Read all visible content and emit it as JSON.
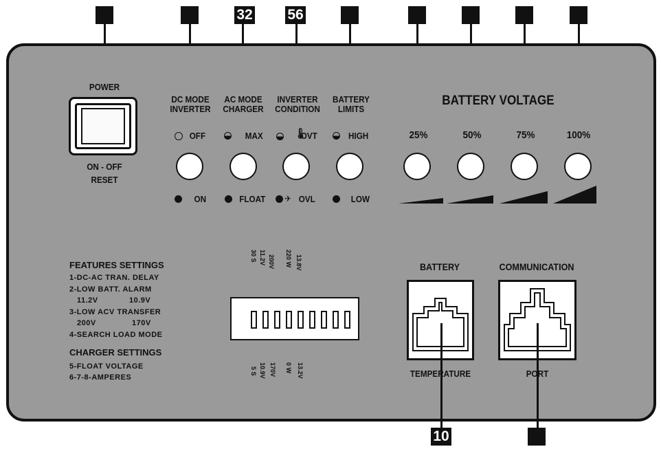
{
  "callouts": {
    "c3": "32",
    "c4": "56",
    "c10": "10"
  },
  "power": {
    "title": "POWER",
    "caption_line1": "ON - OFF",
    "caption_line2": "RESET"
  },
  "indicators": [
    {
      "title_line1": "DC MODE",
      "title_line2": "INVERTER",
      "top": "OFF",
      "bottom": "ON"
    },
    {
      "title_line1": "AC MODE",
      "title_line2": "CHARGER",
      "top": "MAX",
      "bottom": "FLOAT"
    },
    {
      "title_line1": "INVERTER",
      "title_line2": "CONDITION",
      "top": "OVT",
      "bottom": "OVL"
    },
    {
      "title_line1": "BATTERY",
      "title_line2": "LIMITS",
      "top": "HIGH",
      "bottom": "LOW"
    }
  ],
  "battery_voltage": {
    "title": "BATTERY  VOLTAGE",
    "levels": [
      "25%",
      "50%",
      "75%",
      "100%"
    ]
  },
  "features": {
    "title": "FEATURES SETTINGS",
    "l1": "1-DC-AC  TRAN.  DELAY",
    "l2": "2-LOW  BATT.  ALARM",
    "l2a": "11.2V",
    "l2b": "10.9V",
    "l3": "3-LOW  ACV  TRANSFER",
    "l3a": "200V",
    "l3b": "170V",
    "l4": "4-SEARCH  LOAD  MODE"
  },
  "charger": {
    "title": "CHARGER SETTINGS",
    "l5": "5-FLOAT VOLTAGE",
    "l6": "6-7-8-AMPERES"
  },
  "dip_top": [
    "30 S",
    "11.2V",
    "200V",
    "220 W",
    "13.8V"
  ],
  "dip_bottom": [
    "5 S",
    "10.9V",
    "170V",
    "0 W",
    "13.2V"
  ],
  "ports": {
    "battery_title": "BATTERY",
    "battery_caption": "TEMPERATURE",
    "comm_title": "COMMUNICATION",
    "comm_caption": "PORT"
  }
}
